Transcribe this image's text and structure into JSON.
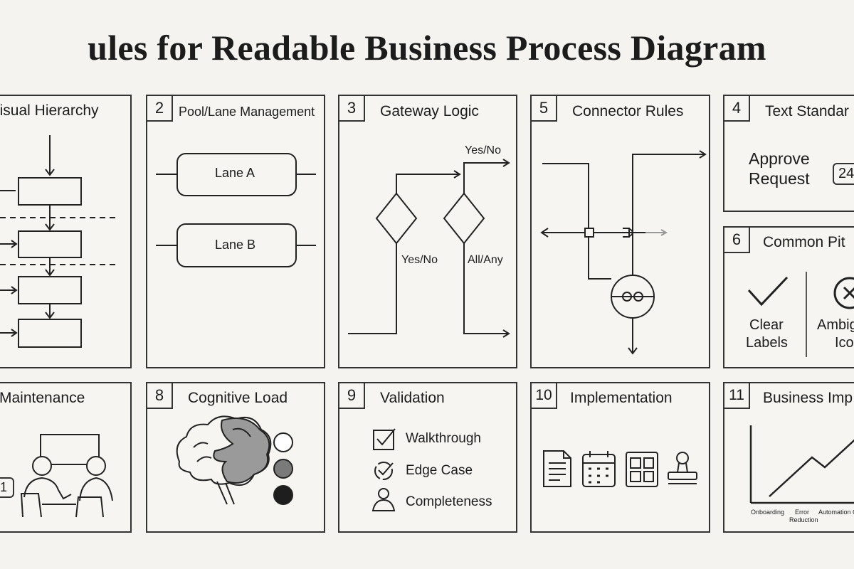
{
  "title": "ules for Readable Business Process Diagram",
  "panels": {
    "p1": {
      "title": "Visual Hierarchy"
    },
    "p2": {
      "number": "2",
      "title": "Pool/Lane Management",
      "lanes": [
        "Lane A",
        "Lane B"
      ]
    },
    "p3": {
      "number": "3",
      "title": "Gateway Logic",
      "labels": [
        "Yes/No",
        "Yes/No",
        "All/Any"
      ]
    },
    "p5": {
      "number": "5",
      "title": "Connector Rules"
    },
    "p4": {
      "number": "4",
      "title": "Text Standar",
      "task_label_1": "Approve",
      "task_label_2": "Request",
      "badge": "24"
    },
    "p6": {
      "number": "6",
      "title": "Common Pit",
      "good_1": "Clear",
      "good_2": "Labels",
      "bad_1": "Ambig",
      "bad_2": "Ico"
    },
    "p7": {
      "title": "Maintenance",
      "badge": "1"
    },
    "p8": {
      "number": "8",
      "title": "Cognitive Load",
      "level_colors": [
        "#ffffff",
        "#7a7a7a",
        "#1e1e1e"
      ]
    },
    "p9": {
      "number": "9",
      "title": "Validation",
      "items": [
        "Walkthrough",
        "Edge Case",
        "Completeness"
      ]
    },
    "p10": {
      "number": "10",
      "title": "Implementation",
      "icons": [
        "document-icon",
        "calendar-icon",
        "layout-icon",
        "stamp-icon"
      ]
    },
    "p11": {
      "number": "11",
      "title": "Business Imp",
      "x_labels": [
        "Onboarding",
        "Error",
        "Reduction",
        "Automation",
        "C"
      ]
    }
  }
}
